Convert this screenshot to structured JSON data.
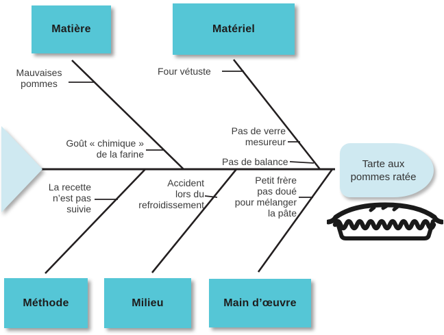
{
  "colors": {
    "box_fill": "#55c6d6",
    "shape_fill": "#cfe9f1",
    "line": "#231f20",
    "label_text": "#3a3a3a",
    "box_text": "#1d1d1d"
  },
  "diagram": {
    "type": "fishbone",
    "effect": {
      "label": "Tarte aux\npommes ratée"
    },
    "categories": [
      {
        "label": "Matière"
      },
      {
        "label": "Matériel"
      },
      {
        "label": "Méthode"
      },
      {
        "label": "Milieu"
      },
      {
        "label": "Main d’œuvre"
      }
    ],
    "causes": [
      {
        "label": "Mauvaises\npommes",
        "category": "Matière"
      },
      {
        "label": "Goût « chimique »\nde la farine",
        "category": "Matière"
      },
      {
        "label": "Four vétuste",
        "category": "Matériel"
      },
      {
        "label": "Pas de verre\nmesureur",
        "category": "Matériel"
      },
      {
        "label": "Pas de balance",
        "category": "Matériel"
      },
      {
        "label": "La recette\nn’est pas\nsuivie",
        "category": "Méthode"
      },
      {
        "label": "Accident\nlors du\nrefroidissement",
        "category": "Milieu"
      },
      {
        "label": "Petit frère\npas doué\npour mélanger\nla pâte",
        "category": "Main d’œuvre"
      }
    ],
    "icon": {
      "name": "pie-icon"
    }
  }
}
